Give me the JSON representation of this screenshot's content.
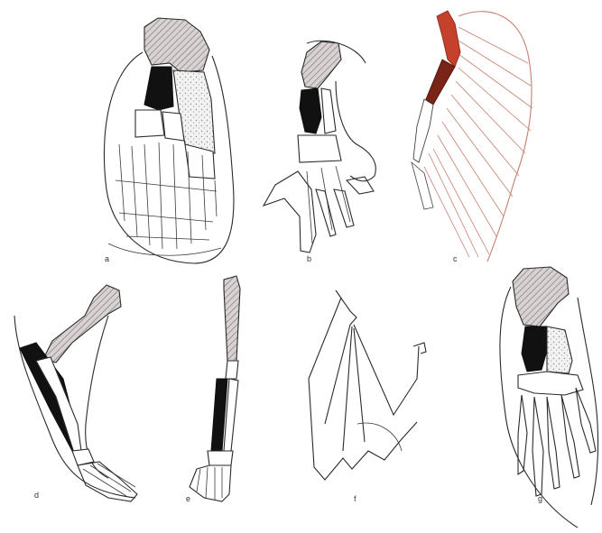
{
  "figure": {
    "panels": [
      {
        "id": "a",
        "label": "a"
      },
      {
        "id": "b",
        "label": "b"
      },
      {
        "id": "c",
        "label": "c"
      },
      {
        "id": "d",
        "label": "d"
      },
      {
        "id": "e",
        "label": "e"
      },
      {
        "id": "f",
        "label": "f"
      },
      {
        "id": "g",
        "label": "g"
      }
    ]
  },
  "colors": {
    "ink": "#2a2a2a",
    "dark_bone": "#111111",
    "hatch": "#b8b0b0",
    "stipple": "#e9e9e9",
    "wing_bone": "#c5412b",
    "wing_outline": "#c9806f"
  }
}
